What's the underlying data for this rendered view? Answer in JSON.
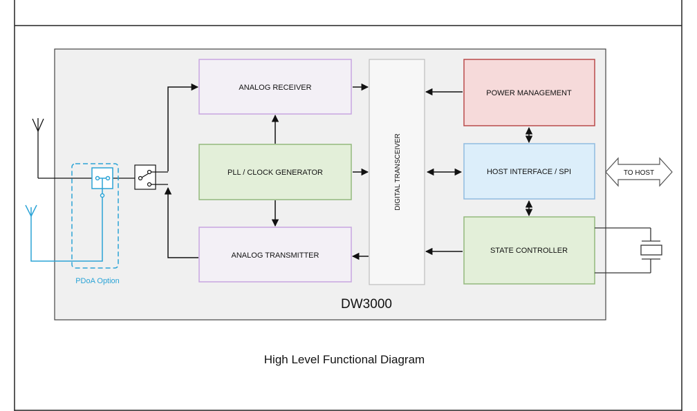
{
  "diagram": {
    "chip_name": "DW3000",
    "caption": "High Level Functional Diagram",
    "blocks": {
      "analog_receiver": "ANALOG RECEIVER",
      "pll_clock": "PLL / CLOCK GENERATOR",
      "analog_transmitter": "ANALOG TRANSMITTER",
      "digital_transceiver": "DIGITAL TRANSCEIVER",
      "power_management": "POWER MANAGEMENT",
      "host_interface": "HOST INTERFACE / SPI",
      "state_controller": "STATE CONTROLLER"
    },
    "to_host": "TO HOST",
    "pdoa_option": "PDoA Option"
  },
  "colors": {
    "chip_fill": "#f0f0f0",
    "rf_block_border": "#c7a5e0",
    "pll_fill": "#e3efd9",
    "pll_border": "#93b87c",
    "power_fill": "#f6dada",
    "power_border": "#b94b4b",
    "host_fill": "#dceefa",
    "host_border": "#8fbbdf",
    "pdoa_color": "#2aa3d6"
  }
}
